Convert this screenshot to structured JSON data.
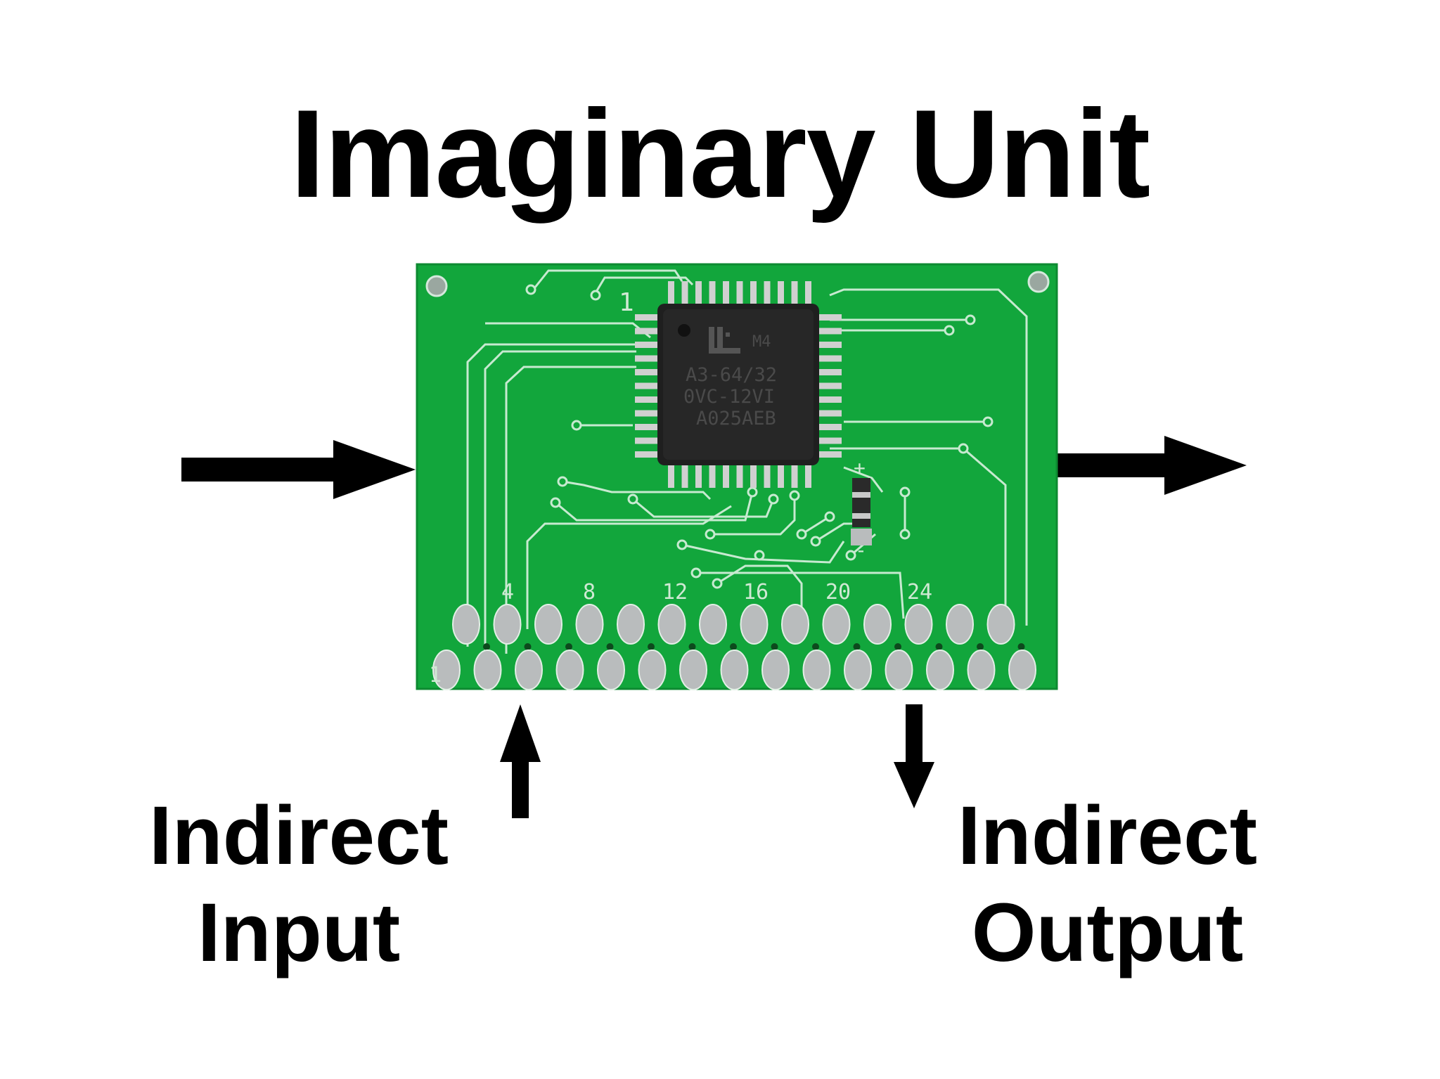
{
  "title": "Imaginary Unit",
  "labels": {
    "indirect_input": [
      "Indirect",
      "Input"
    ],
    "indirect_output": [
      "Indirect",
      "Output"
    ]
  },
  "board": {
    "pin_numbers": [
      "1",
      "4",
      "8",
      "12",
      "16",
      "20",
      "24"
    ],
    "chip_pin1_marker": "1",
    "chip_lines": [
      "M4",
      "A3-64/32",
      "0VC-12VI",
      "A025AEB"
    ],
    "polarity": [
      "+",
      "-"
    ]
  },
  "colors": {
    "pcb_green": "#12a63c",
    "trace": "#c7ead0",
    "pad": "#b9bcbd",
    "chip": "#1f1f1f",
    "ink": "#000000"
  }
}
